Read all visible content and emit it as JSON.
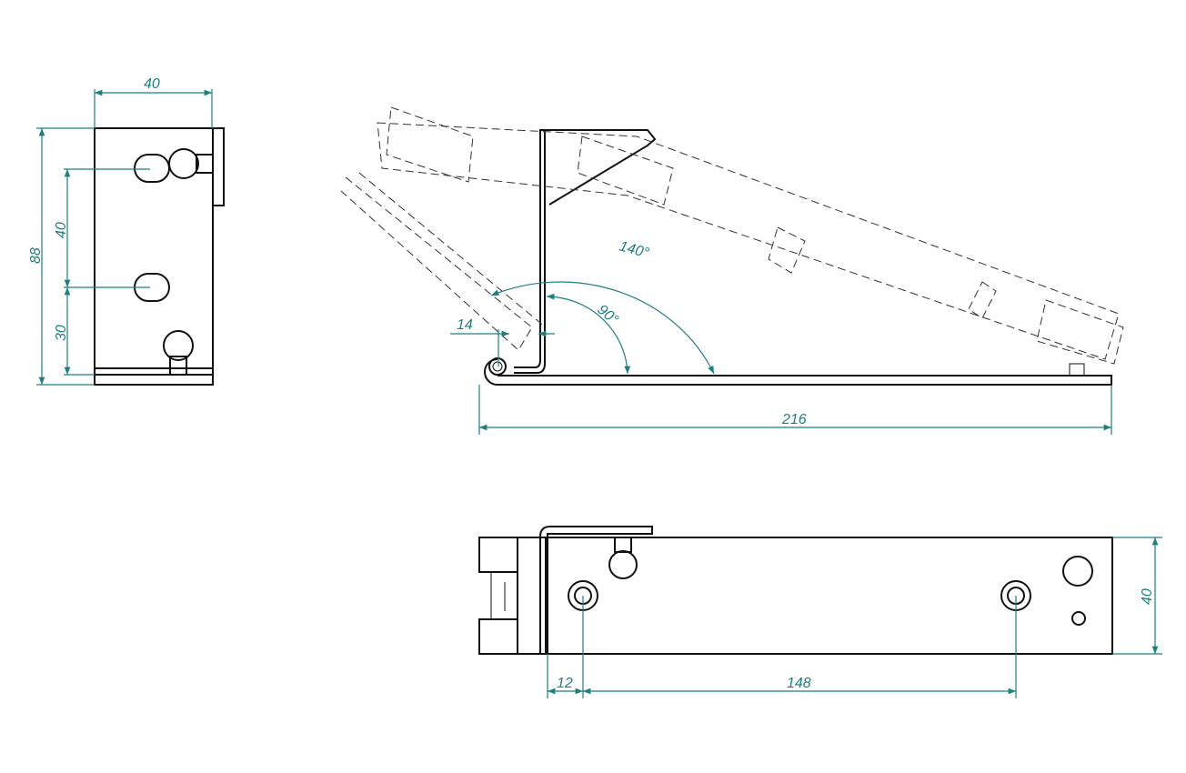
{
  "colors": {
    "dimension": "#1f7f80",
    "outline": "#111111"
  },
  "side_view": {
    "width_dim": "40",
    "height_dim": "88",
    "hole_spacing_dim": "40",
    "bottom_offset_dim": "30"
  },
  "front_view": {
    "offset_dim": "14",
    "open_angle_dim": "140°",
    "right_angle_dim": "90°",
    "length_dim": "216"
  },
  "top_view": {
    "width_dim": "40",
    "edge_offset_dim": "12",
    "hole_spacing_dim": "148"
  }
}
